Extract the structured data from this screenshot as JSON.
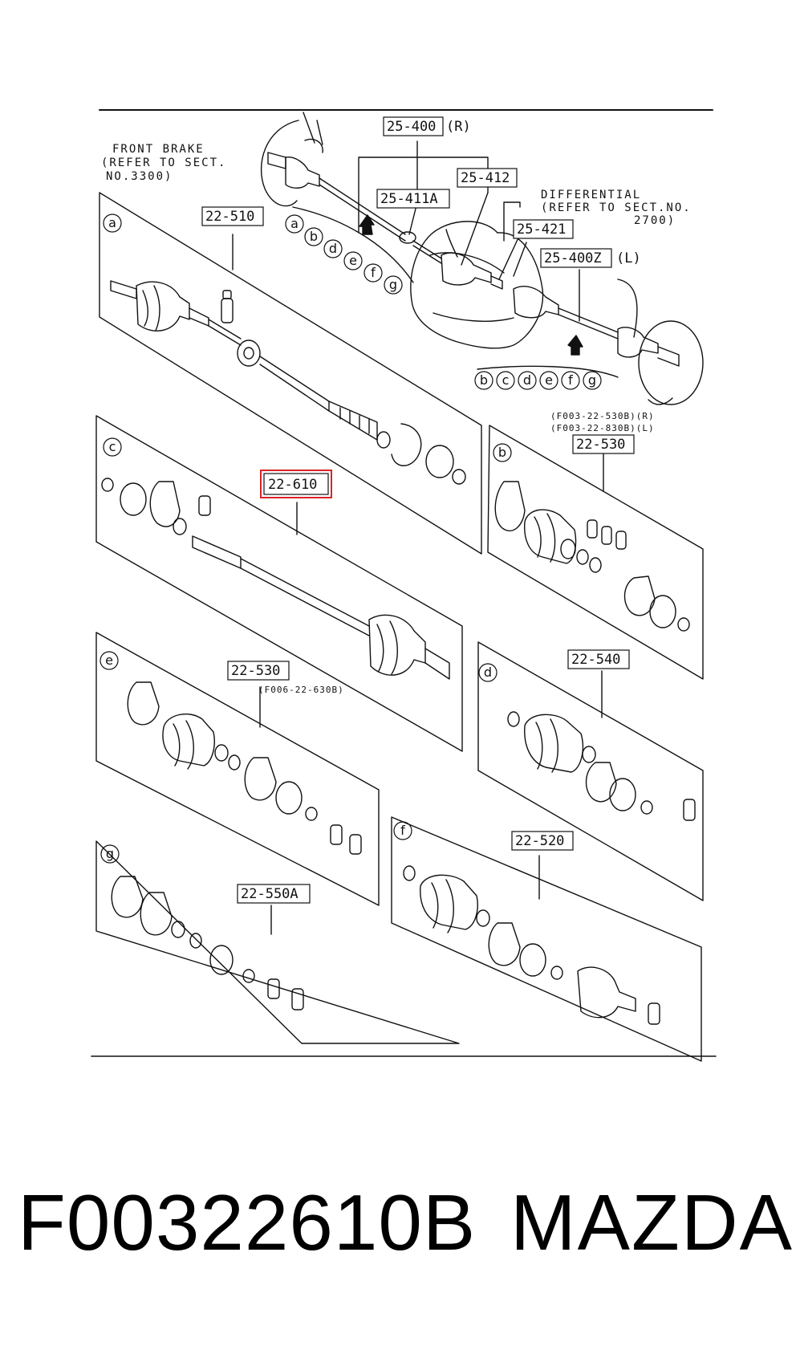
{
  "labels": {
    "p25400": "25-400",
    "p25400_side": "(R)",
    "p25412": "25-412",
    "p25411a": "25-411A",
    "p25421": "25-421",
    "p25400z": "25-400Z",
    "p25400z_side": "(L)",
    "p22510": "22-510",
    "p22530_top": "22-530",
    "p22610": "22-610",
    "p22530_mid": "22-530",
    "p22540": "22-540",
    "p22520": "22-520",
    "p22550a": "22-550A"
  },
  "notes": {
    "front_brake": [
      "FRONT BRAKE",
      "(REFER TO SECT.",
      " NO.3300)"
    ],
    "differential": [
      "DIFFERENTIAL",
      "(REFER TO SECT.NO.",
      "2700)"
    ],
    "f003_r": "(F003-22-530B)(R)",
    "f003_l": "(F003-22-830B)(L)",
    "f006": "(F006-22-630B)"
  },
  "kit_letters": {
    "top_row": [
      "a",
      "b",
      "d",
      "e",
      "f",
      "g"
    ],
    "bottom_row": [
      "b",
      "c",
      "d",
      "e",
      "f",
      "g"
    ]
  },
  "panel_letters": {
    "a": "a",
    "b": "b",
    "c": "c",
    "d": "d",
    "e": "e",
    "f": "f",
    "g": "g"
  },
  "highlight_color": "#d9232a",
  "footer": {
    "part_number": "F00322610B",
    "brand": "MAZDA"
  }
}
